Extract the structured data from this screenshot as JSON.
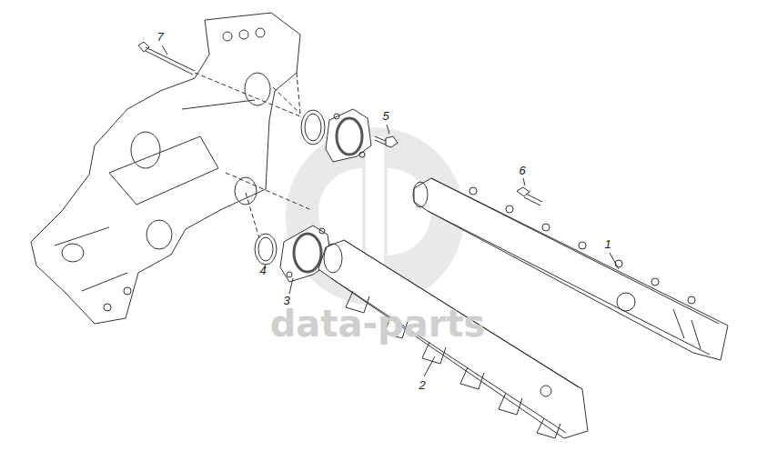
{
  "diagram": {
    "labels": [
      "7",
      "5",
      "6",
      "1",
      "4",
      "3",
      "2",
      "data-parts"
    ]
  }
}
